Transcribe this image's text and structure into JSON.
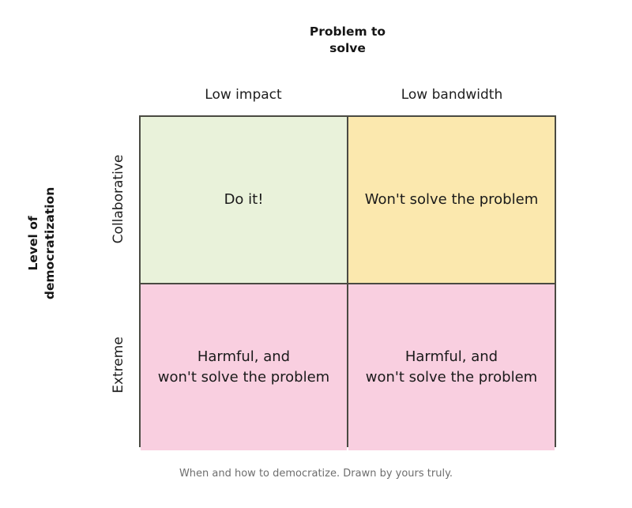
{
  "x_axis": {
    "title_line1": "Problem to",
    "title_line2": "solve",
    "columns": [
      {
        "label": "Low impact"
      },
      {
        "label": "Low bandwidth"
      }
    ]
  },
  "y_axis": {
    "title_line1": "Level of",
    "title_line2": "democratization",
    "rows": [
      {
        "label": "Collaborative"
      },
      {
        "label": "Extreme"
      }
    ]
  },
  "matrix": {
    "cells": [
      {
        "id": "collaborative-low-impact",
        "line1": "Do it!",
        "line2": "",
        "color": "#e9f2da"
      },
      {
        "id": "collaborative-low-bandwidth",
        "line1": "Won't solve the problem",
        "line2": "",
        "color": "#fbe8ae"
      },
      {
        "id": "extreme-low-impact",
        "line1": "Harmful, and",
        "line2": "won't solve the problem",
        "color": "#f9cfe0"
      },
      {
        "id": "extreme-low-bandwidth",
        "line1": "Harmful, and",
        "line2": "won't solve the problem",
        "color": "#f9cfe0"
      }
    ],
    "border_color": "#4a4a42"
  },
  "caption": {
    "text": "When and how to democratize. Drawn by yours truly."
  }
}
